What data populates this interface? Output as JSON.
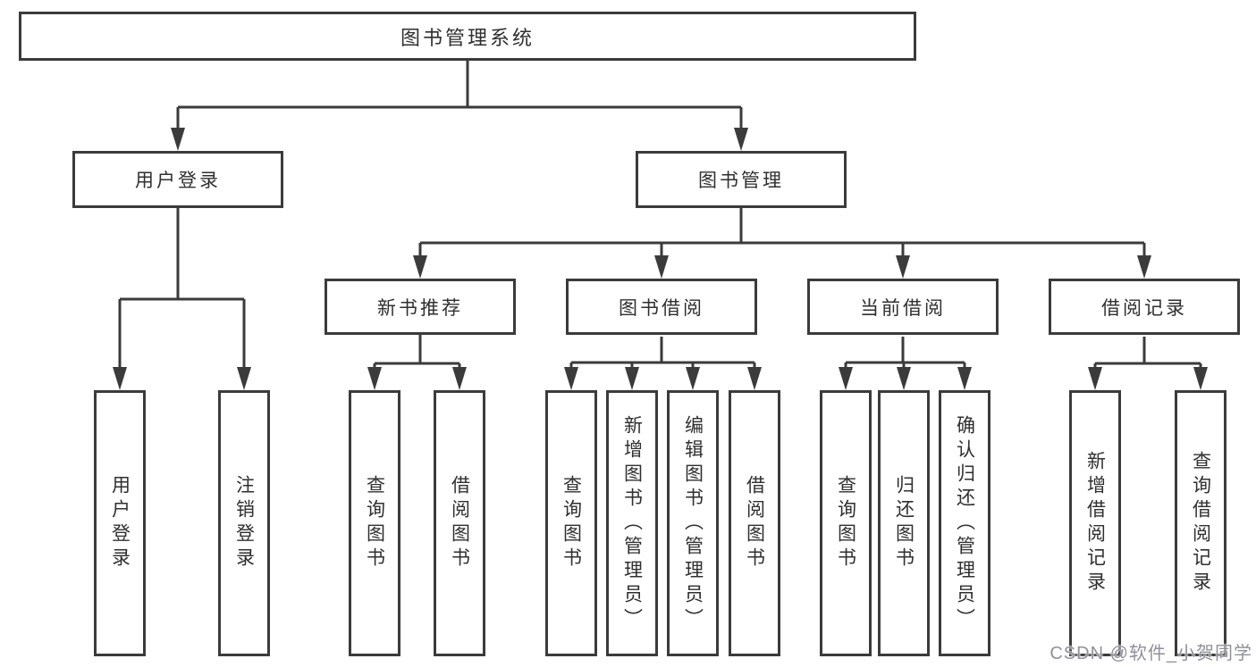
{
  "tree": {
    "root": {
      "label": "图书管理系统"
    },
    "branches": [
      {
        "label": "用户登录",
        "children": [
          "用户登录",
          "注销登录"
        ]
      },
      {
        "label": "图书管理",
        "sections": [
          {
            "label": "新书推荐",
            "children": [
              "查询图书",
              "借阅图书"
            ]
          },
          {
            "label": "图书借阅",
            "children": [
              "查询图书",
              "新增图书（管理员）",
              "编辑图书（管理员）",
              "借阅图书"
            ]
          },
          {
            "label": "当前借阅",
            "children": [
              "查询图书",
              "归还图书",
              "确认归还（管理员）"
            ]
          },
          {
            "label": "借阅记录",
            "children": [
              "新增借阅记录",
              "查询借阅记录"
            ]
          }
        ]
      }
    ]
  },
  "watermark": {
    "text": "CSDN @软件_小贺同学"
  },
  "colors": {
    "line": "#3b3b3b",
    "text": "#2f2f2f",
    "watermark": "#90909a",
    "background": "#ffffff"
  }
}
